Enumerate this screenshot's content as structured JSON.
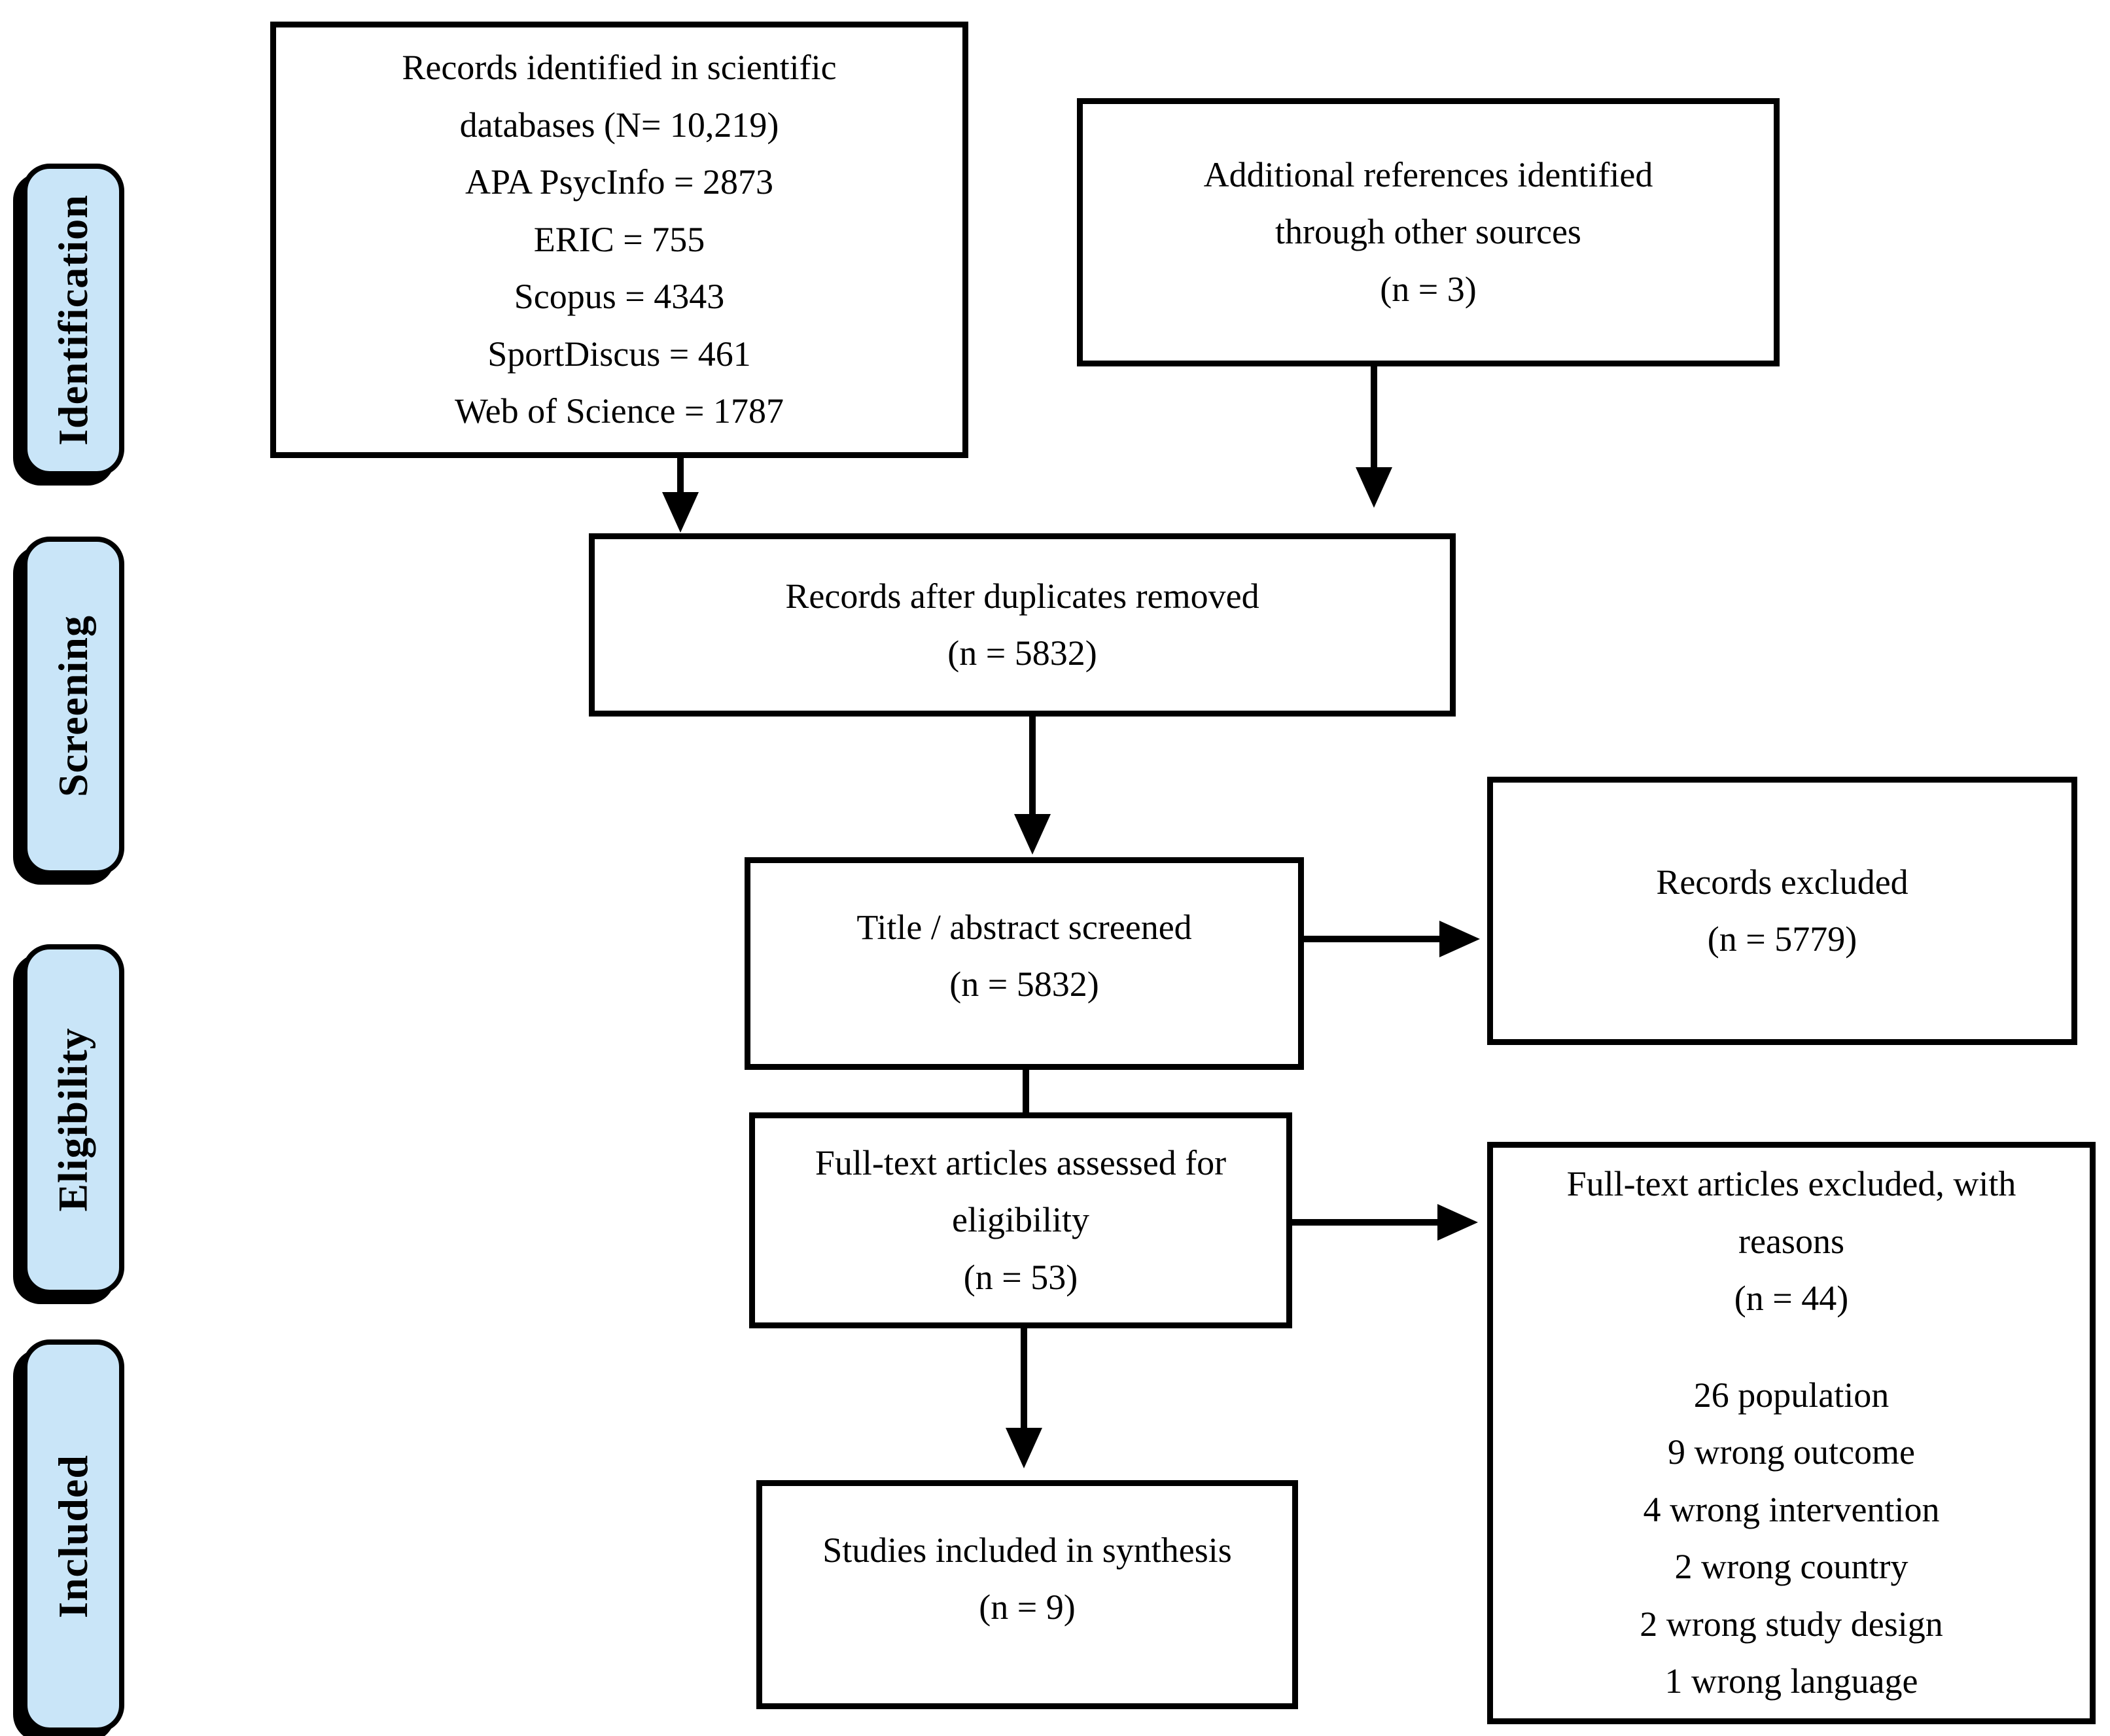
{
  "colors": {
    "stage_fill": "#C9E5F8",
    "line": "#000000",
    "background": "#FFFFFF"
  },
  "sidebar": {
    "identification": "Identification",
    "screening": "Screening",
    "eligibility": "Eligibility",
    "included": "Included"
  },
  "boxes": {
    "records_identified": {
      "lines": [
        "Records identified in scientific",
        "databases (N= 10,219)",
        "APA PsycInfo = 2873",
        "ERIC = 755",
        "Scopus = 4343",
        "SportDiscus = 461",
        "Web of Science = 1787"
      ]
    },
    "additional_refs": {
      "lines": [
        "Additional references identified",
        "through other sources",
        "(n = 3)"
      ]
    },
    "duplicates_removed": {
      "lines": [
        "Records after duplicates removed",
        "(n = 5832)"
      ]
    },
    "title_abstract": {
      "lines": [
        "Title / abstract screened",
        "(n = 5832)"
      ]
    },
    "records_excluded": {
      "lines": [
        "Records excluded",
        "(n = 5779)"
      ]
    },
    "fulltext_assessed": {
      "lines": [
        "Full-text articles assessed for",
        "eligibility",
        "(n = 53)"
      ]
    },
    "fulltext_excluded": {
      "lines": [
        "Full-text articles excluded, with",
        "reasons",
        "(n = 44)"
      ],
      "reasons": [
        "26 population",
        "9 wrong outcome",
        "4 wrong intervention",
        "2 wrong country",
        "2 wrong study design",
        "1 wrong language"
      ]
    },
    "studies_included": {
      "lines": [
        "Studies included in synthesis",
        "(n = 9)"
      ]
    }
  }
}
